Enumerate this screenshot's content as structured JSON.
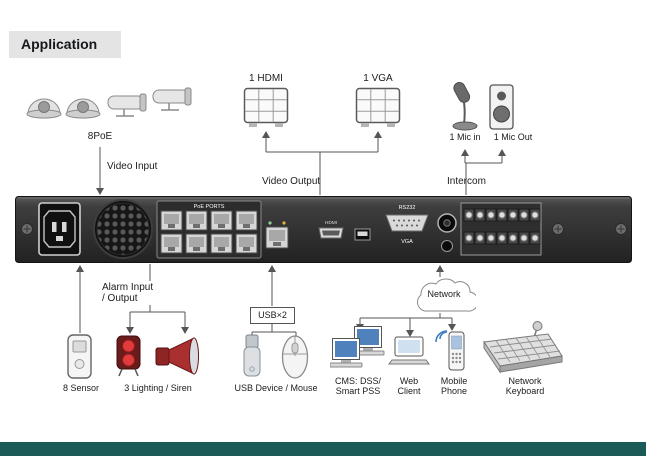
{
  "header": {
    "title": "Application"
  },
  "top": {
    "poe_label": "8PoE",
    "hdmi_monitor_label": "1 HDMI",
    "vga_monitor_label": "1 VGA",
    "mic_in_label": "1 Mic in",
    "mic_out_label": "1 Mic Out"
  },
  "connections": {
    "video_input": "Video Input",
    "video_output": "Video Output",
    "intercom": "Intercom",
    "alarm_line1": "Alarm Input",
    "alarm_line2": "/ Output",
    "usb_tag": "USB×2",
    "network": "Network"
  },
  "device_panel": {
    "poe_ports_label": "PoE PORTS",
    "rs232_label": "RS232",
    "vga_label": "VGA",
    "hdmi_label": "HDMI"
  },
  "bottom": {
    "sensor_label": "8 Sensor",
    "lighting_label": "3 Lighting / Siren",
    "usb_label": "USB Device / Mouse",
    "cms_line1": "CMS: DSS/",
    "cms_line2": "Smart PSS",
    "web_line1": "Web",
    "web_line2": "Client",
    "mobile_line1": "Mobile",
    "mobile_line2": "Phone",
    "keyboard_line1": "Network",
    "keyboard_line2": "Keyboard"
  },
  "colors": {
    "footer_bar": "#1c5a57",
    "wire": "#555555",
    "screen_blue": "#4f81bd"
  }
}
